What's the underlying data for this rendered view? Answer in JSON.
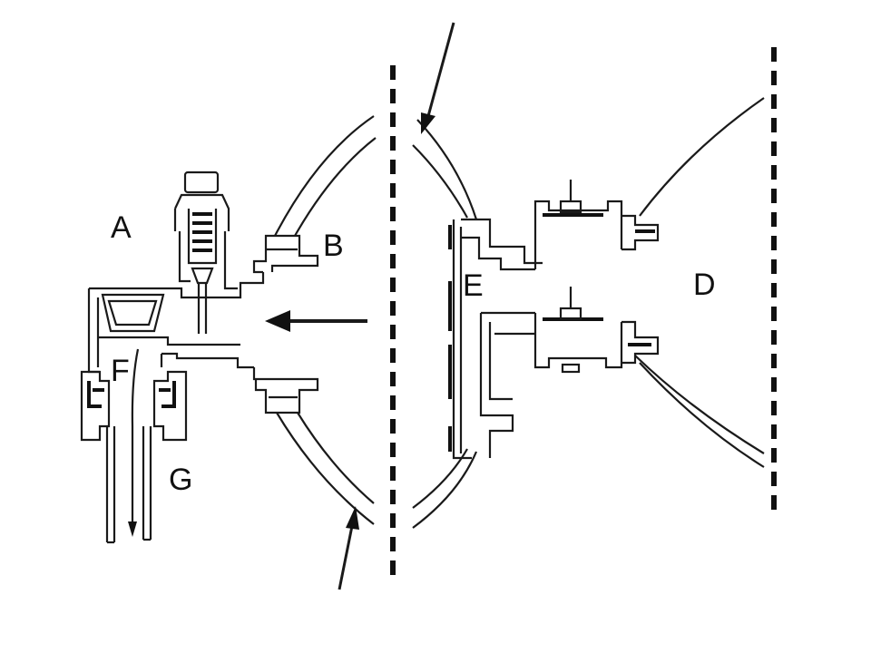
{
  "diagram": {
    "labels": {
      "a": "A",
      "b": "B",
      "d": "D",
      "e": "E",
      "f": "F",
      "g": "G"
    },
    "colors": {
      "ink": "#111111",
      "background": "#ffffff"
    }
  }
}
